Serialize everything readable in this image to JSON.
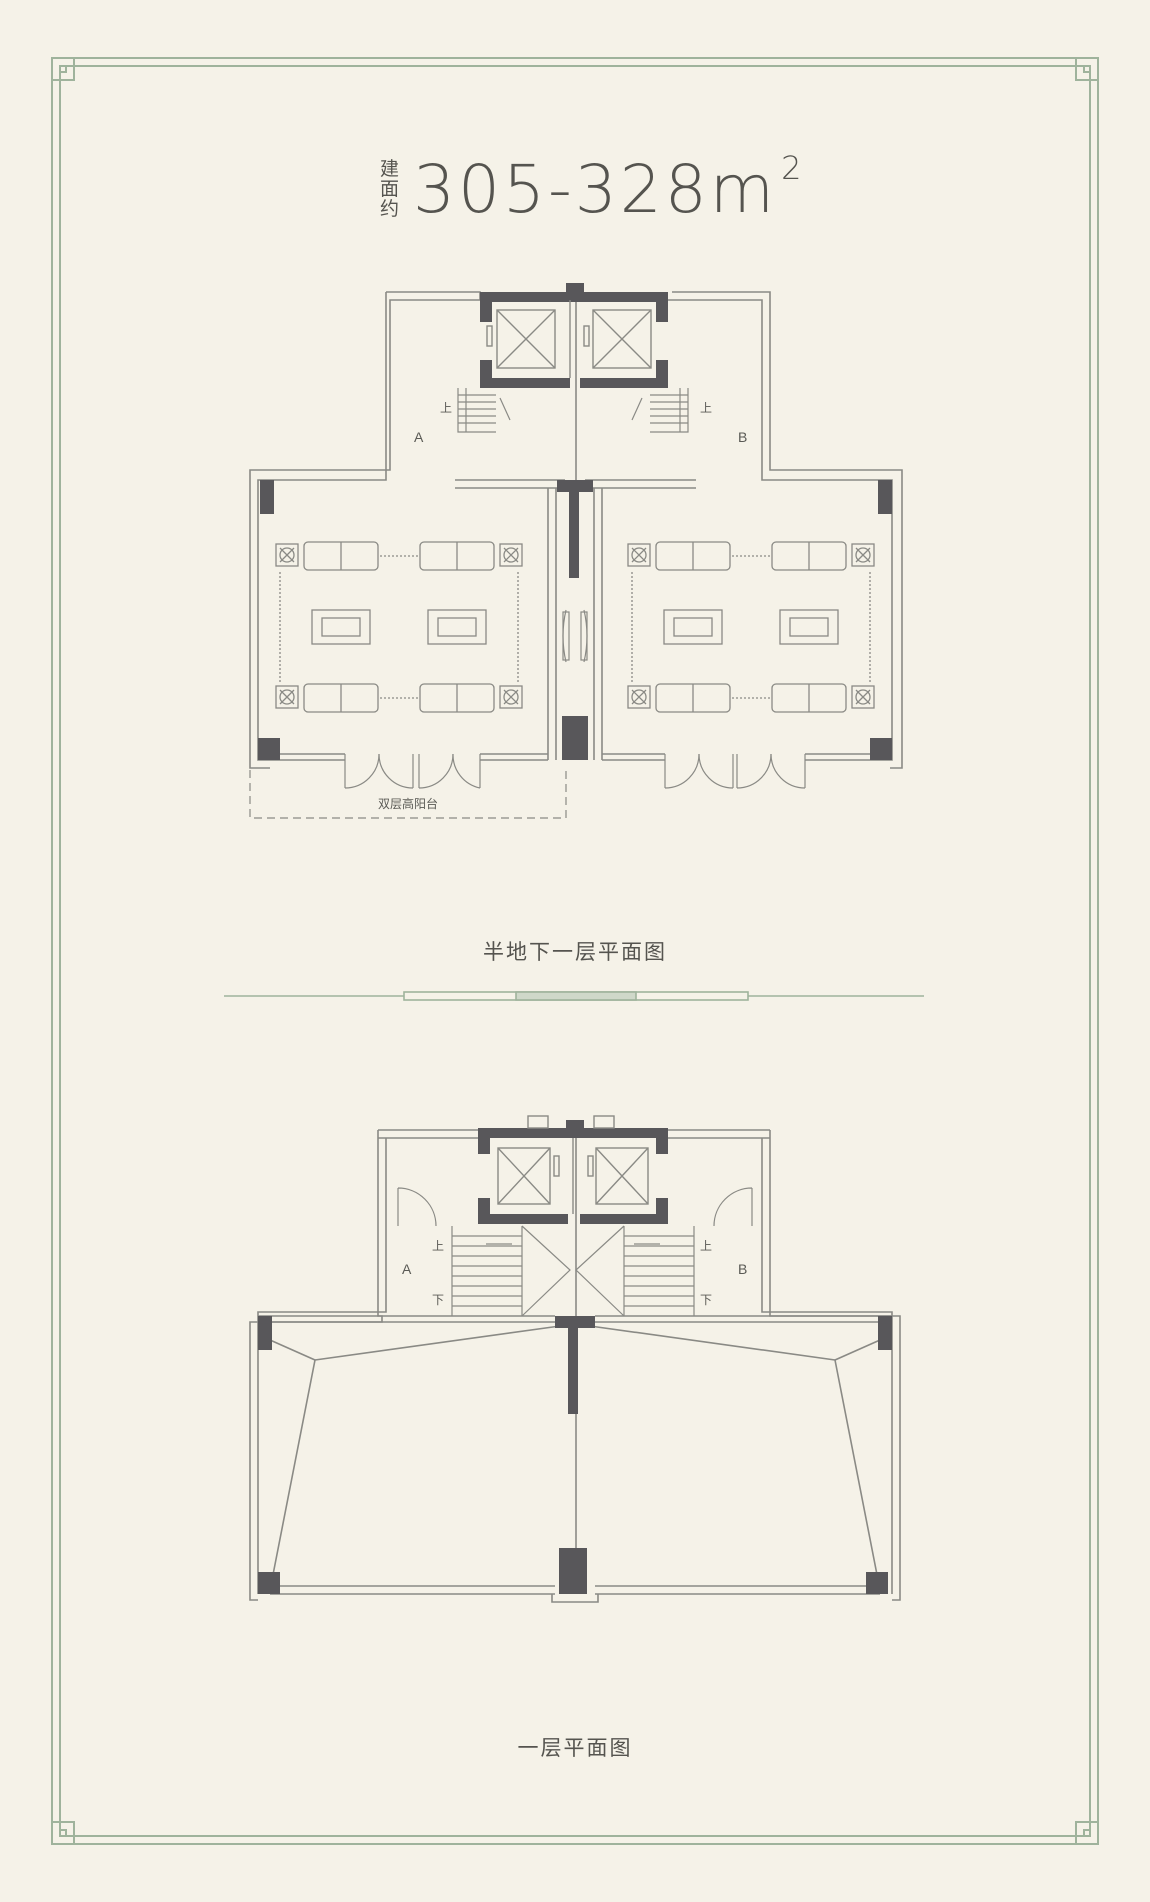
{
  "header": {
    "prefix_chars": [
      "建",
      "面",
      "约"
    ],
    "area": "305-328m",
    "area_unit_sup": "2"
  },
  "plan_top": {
    "caption": "半地下一层平面图",
    "unit_a": "A",
    "unit_b": "B",
    "stair_up_left": "上",
    "stair_up_right": "上",
    "terrace_label": "双层高阳台"
  },
  "plan_bottom": {
    "caption": "一层平面图",
    "unit_a": "A",
    "unit_b": "B",
    "stair_up_left": "上",
    "stair_up_right": "上",
    "stair_down_left": "下",
    "stair_down_right": "下"
  },
  "colors": {
    "background": "#f5f2e8",
    "frame_green": "#9fb39c",
    "wall_dark": "#58575a",
    "line": "#8a8a85"
  }
}
